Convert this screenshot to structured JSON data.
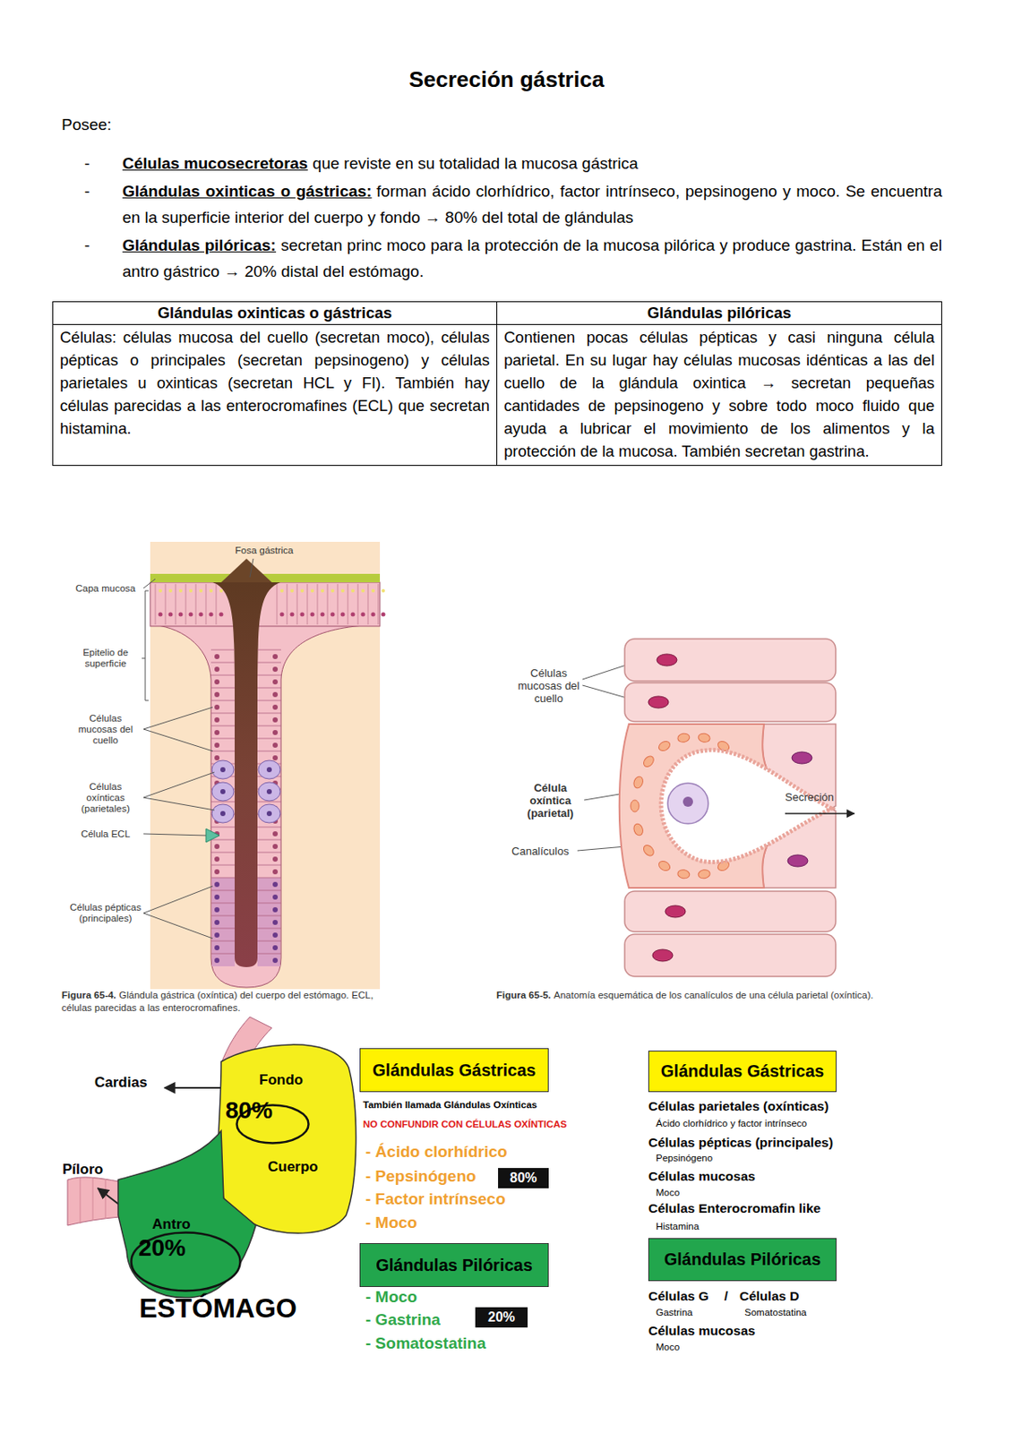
{
  "diagram": {
    "title": "Secreción gástrica",
    "nodes": [
      {
        "text": [
          "Glándulas oxinticas o gástricas",
          "Células: células mucosa del cuello (secretan moco), células pépticas o principales (secretan pepsinogeno) y células parietales u oxinticas (secretan HCL y FI). También hay células parecidas a las enterocromafines (ECL) que secretan histamina."
        ]
      },
      {
        "text": [
          "Glándulas pilóricas",
          "Contienen pocas células pépticas y casi ninguna célula parietal. En su lugar hay células mucosas idénticas a las del cuello de la glándula oxintica → secretan pequeñas cantidades de pepsinogeno y sobre todo moco fluido que ayuda a lubricar el movimiento de los alimentos y la protección de la mucosa. También secretan gastrina."
        ]
      },
      {
        "text": [
          "Fondo",
          "Cuerpo"
        ]
      },
      {
        "text": [
          "80%"
        ],
        "in": 2
      },
      {
        "text": [
          "Antro"
        ]
      },
      {
        "text": [
          "20%"
        ],
        "in": 4
      },
      {
        "text": [
          "Glándulas Gástricas"
        ]
      },
      {
        "text": [
          "80%"
        ]
      },
      {
        "text": [
          "Glándulas Pilóricas"
        ]
      },
      {
        "text": [
          "20%"
        ]
      },
      {
        "text": [
          "Glándulas Gástricas"
        ]
      },
      {
        "text": [
          "Glándulas Pilóricas"
        ]
      }
    ],
    "labels": [
      "Posee:",
      "-",
      "Células mucosecretoras",
      "que reviste en su totalidad la mucosa gástrica",
      "-",
      "Glándulas oxinticas o gástricas:",
      "forman ácido clorhídrico, factor intrínseco, pepsinogeno y moco. Se encuentra en la superficie interior del cuerpo y fondo → 80% del total de glándulas",
      "-",
      "Glándulas pilóricas:",
      "secretan princ moco para la protección de la mucosa pilórica y produce gastrina. Están en el antro gástrico → 20% distal del estómago.",
      "Fosa gástrica",
      "Capa mucosa",
      "Epitelio de superficie",
      "Células mucosas del cuello",
      "Células oxínticas (parietales)",
      "Célula ECL",
      "Células pépticas (principales)",
      "Figura 65-4.",
      "Glándula gástrica (oxíntica) del cuerpo del estómago. ECL, células parecidas a las enterocromafines.",
      "Células mucosas del cuello",
      "Célula oxíntica (parietal)",
      "Canalículos",
      "Secreción",
      "Figura 65-5.",
      "Anatomía esquemática de los canalículos de una célula parietal (oxíntica).",
      "Cardias",
      "Píloro",
      "ESTÓMAGO",
      "También llamada Glándulas Oxínticas",
      "NO CONFUNDIR CON CÉLULAS OXÍNTICAS",
      "- Ácido clorhídrico",
      "- Pepsinógeno",
      "- Factor intrínseco",
      "- Moco",
      "- Moco",
      "- Gastrina",
      "- Somatostatina",
      "Células parietales (oxínticas)",
      "Ácido clorhídrico y factor intrínseco",
      "Células pépticas (principales)",
      "Pepsinógeno",
      "Células mucosas",
      "Moco",
      "Células Enterocromafin like",
      "Histamina",
      "Células G",
      "/",
      "Células D",
      "Gastrina",
      "Somatostatina",
      "Células mucosas",
      "Moco"
    ]
  }
}
